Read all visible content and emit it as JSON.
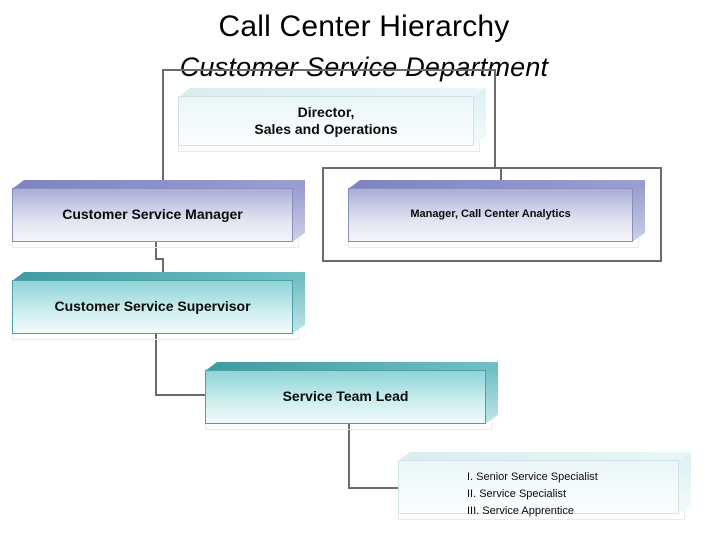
{
  "header": {
    "title": "Call Center Hierarchy",
    "subtitle": "Customer Service Department"
  },
  "chart_data": {
    "type": "diagram",
    "diagram_kind": "organizational-hierarchy",
    "title": "Call Center Hierarchy",
    "subtitle": "Customer Service Department",
    "nodes": [
      {
        "id": "director",
        "label": "Director,\nSales and Operations",
        "label_lines": [
          "Director,",
          "Sales and Operations"
        ],
        "level": 1,
        "style": "pale",
        "color": "#eaf6f8"
      },
      {
        "id": "cs-manager",
        "label": "Customer Service Manager",
        "label_lines": [
          "Customer Service Manager"
        ],
        "level": 2,
        "style": "purple",
        "color": "#a8aed6"
      },
      {
        "id": "analytics-manager",
        "label": "Manager, Call Center Analytics",
        "label_lines": [
          "Manager, Call Center Analytics"
        ],
        "level": 2,
        "style": "purple",
        "color": "#a8aed6"
      },
      {
        "id": "cs-supervisor",
        "label": "Customer Service Supervisor",
        "label_lines": [
          "Customer Service Supervisor"
        ],
        "level": 3,
        "style": "teal",
        "color": "#8fd4d8"
      },
      {
        "id": "team-lead",
        "label": "Service Team Lead",
        "label_lines": [
          "Service Team Lead"
        ],
        "level": 4,
        "style": "teal",
        "color": "#8fd4d8"
      },
      {
        "id": "specialists",
        "label": "I. Senior Service Specialist / II. Service Specialist / III. Service Apprentice",
        "label_lines": [
          "I. Senior Service Specialist",
          "II. Service Specialist",
          "III. Service Apprentice"
        ],
        "level": 5,
        "style": "pale",
        "color": "#eaf6f8"
      }
    ],
    "edges": [
      {
        "from": "director",
        "to": "cs-manager"
      },
      {
        "from": "director",
        "to": "analytics-manager"
      },
      {
        "from": "cs-manager",
        "to": "cs-supervisor"
      },
      {
        "from": "cs-supervisor",
        "to": "team-lead"
      },
      {
        "from": "team-lead",
        "to": "specialists"
      }
    ],
    "connector_color": "#6b6b6b"
  },
  "nodes": {
    "director": {
      "line1": "Director,",
      "line2": "Sales and Operations"
    },
    "cs_manager": {
      "label": "Customer Service Manager"
    },
    "analytics_manager": {
      "label": "Manager, Call Center Analytics"
    },
    "cs_supervisor": {
      "label": "Customer Service Supervisor"
    },
    "team_lead": {
      "label": "Service Team Lead"
    },
    "specialists": {
      "item1": "I. Senior Service Specialist",
      "item2": "II. Service Specialist",
      "item3": "III. Service Apprentice"
    }
  }
}
